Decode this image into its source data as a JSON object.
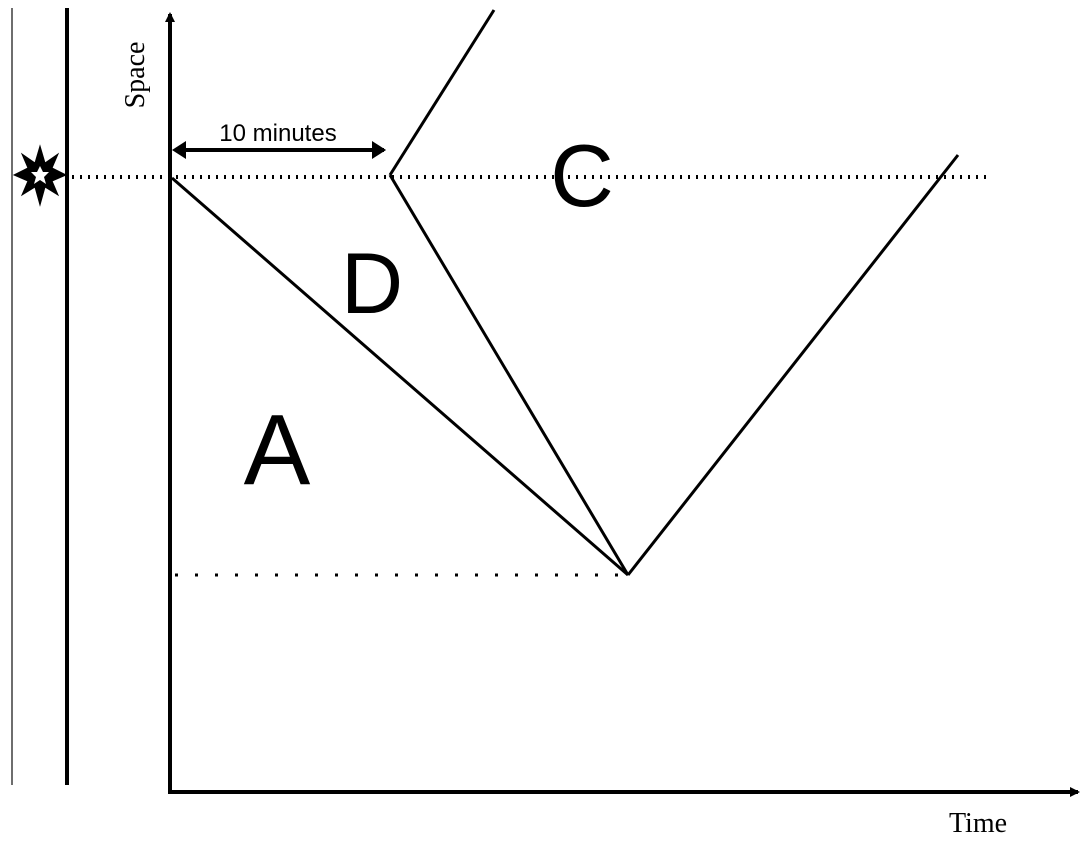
{
  "axes": {
    "y_label": "Space",
    "x_label": "Time"
  },
  "annotation": {
    "duration_label": "10 minutes"
  },
  "regions": {
    "a": "A",
    "d": "D",
    "c": "C"
  },
  "icons": {
    "explosion": "explosion-icon"
  },
  "colors": {
    "ink": "#000000",
    "road_line": "#6e6e6e",
    "background": "#ffffff"
  }
}
